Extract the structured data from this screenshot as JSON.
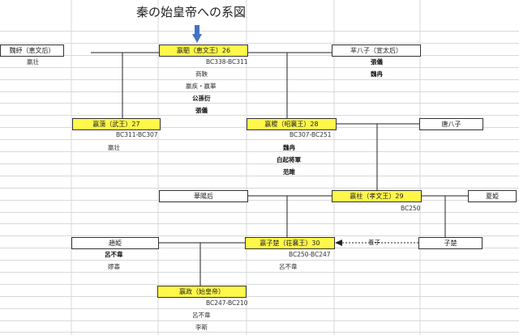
{
  "title": "秦の始皇帝への系図",
  "nodes": {
    "keibun_gogo": "魏紓（恵文后）",
    "keibun": "嬴駟（恵文王）26",
    "senhachishi": "芈八子（宣太后）",
    "bu": "嬴蕩（武王）27",
    "shojo": "嬴稷（昭襄王）28",
    "tohachishi": "唐八子",
    "kayogo": "華陽后",
    "kobun": "嬴柱（孝文王）29",
    "kaki": "夏姫",
    "chouki": "趙姫",
    "soujo": "嬴子楚（荘襄王）30",
    "shiso": "子楚",
    "shikou": "嬴政（始皇帝）"
  },
  "notes": {
    "keibun_gogo_1": "嬴壮",
    "keibun_dates": "BC338-BC311",
    "keibun_1": "商鞅",
    "keibun_2": "嬴疾・嬴華",
    "keibun_3": "公孫衍",
    "keibun_4": "張儀",
    "senhachishi_1": "張儀",
    "senhachishi_2": "魏冉",
    "bu_dates": "BC311-BC307",
    "bu_1": "嬴壮",
    "shojo_dates": "BC307-BC251",
    "shojo_1": "魏冉",
    "shojo_2": "白起将軍",
    "shojo_3": "范雎",
    "kobun_dates": "BC250",
    "chouki_1": "呂不韋",
    "chouki_2": "嫪毐",
    "soujo_dates": "BC250-BC247",
    "soujo_1": "呂不韋",
    "adopt_label": "養子",
    "shikou_dates": "BC247-BC210",
    "shikou_1": "呂不韋",
    "shikou_2": "李斯"
  },
  "colors": {
    "highlight": "#fff84a",
    "arrow": "#4472c4",
    "grid": "#d9d9d9"
  },
  "icons": {
    "down_arrow": "down-arrow-icon"
  }
}
